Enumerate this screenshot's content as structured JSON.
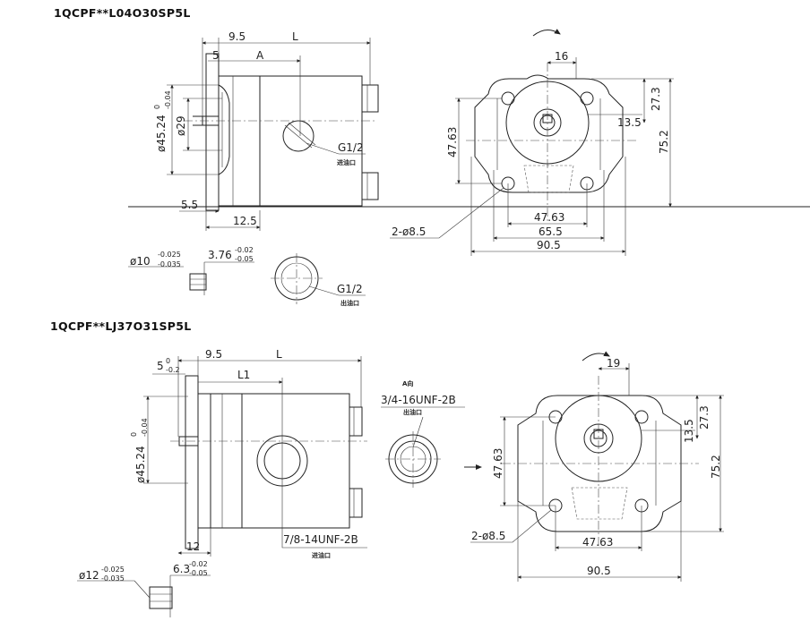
{
  "diagrams": [
    {
      "title": "1QCPF**L04O30SP5L",
      "side_view": {
        "dims": {
          "d9_5": "9.5",
          "L": "L",
          "d5": "5",
          "A": "A",
          "d45": "ø45.24",
          "d45_tol_hi": "0",
          "d45_tol_lo": "-0.04",
          "d29": "ø29",
          "d5_5": "5.5",
          "d12_5": "12.5"
        },
        "port_label": "G1/2",
        "port_label_cn": "进油口"
      },
      "shaft_detail": {
        "diameter": "ø10",
        "tol_hi": "-0.025",
        "tol_lo": "-0.035",
        "key": "3.76",
        "key_tol_hi": "-0.02",
        "key_tol_lo": "-0.05"
      },
      "outlet_detail": {
        "label": "G1/2",
        "label_cn": "出油口"
      },
      "front_view": {
        "dims": {
          "d16": "16",
          "d27_3": "27.3",
          "d13_5": "13.5",
          "d47_63_v": "47.63",
          "d75_2": "75.2",
          "d47_63_h": "47.63",
          "d65_5": "65.5",
          "d90_5": "90.5"
        },
        "holes": "2-ø8.5"
      }
    },
    {
      "title": "1QCPF**LJ37O31SP5L",
      "side_view": {
        "dims": {
          "d5": "5",
          "d5_tol_hi": "0",
          "d5_tol_lo": "-0.2",
          "d9_5": "9.5",
          "L": "L",
          "L1": "L1",
          "d45": "ø45.24",
          "d45_tol_hi": "0",
          "d45_tol_lo": "-0.04",
          "d12": "12"
        },
        "port_label": "7/8-14UNF-2B",
        "port_label_cn": "进油口"
      },
      "outlet_detail": {
        "view_label": "A向",
        "label": "3/4-16UNF-2B",
        "label_cn": "出油口"
      },
      "shaft_detail": {
        "diameter": "ø12",
        "tol_hi": "-0.025",
        "tol_lo": "-0.035",
        "key": "6.3",
        "key_tol_hi": "-0.02",
        "key_tol_lo": "-0.05"
      },
      "front_view": {
        "dims": {
          "d19": "19",
          "d27_3": "27.3",
          "d13_5": "13.5",
          "d47_63_v": "47.63",
          "d75_2": "75.2",
          "d47_63_h": "47.63",
          "d90_5": "90.5"
        },
        "holes": "2-ø8.5"
      }
    }
  ],
  "icons": [
    "rotation-arrow-icon",
    "view-direction-arrow-icon"
  ]
}
